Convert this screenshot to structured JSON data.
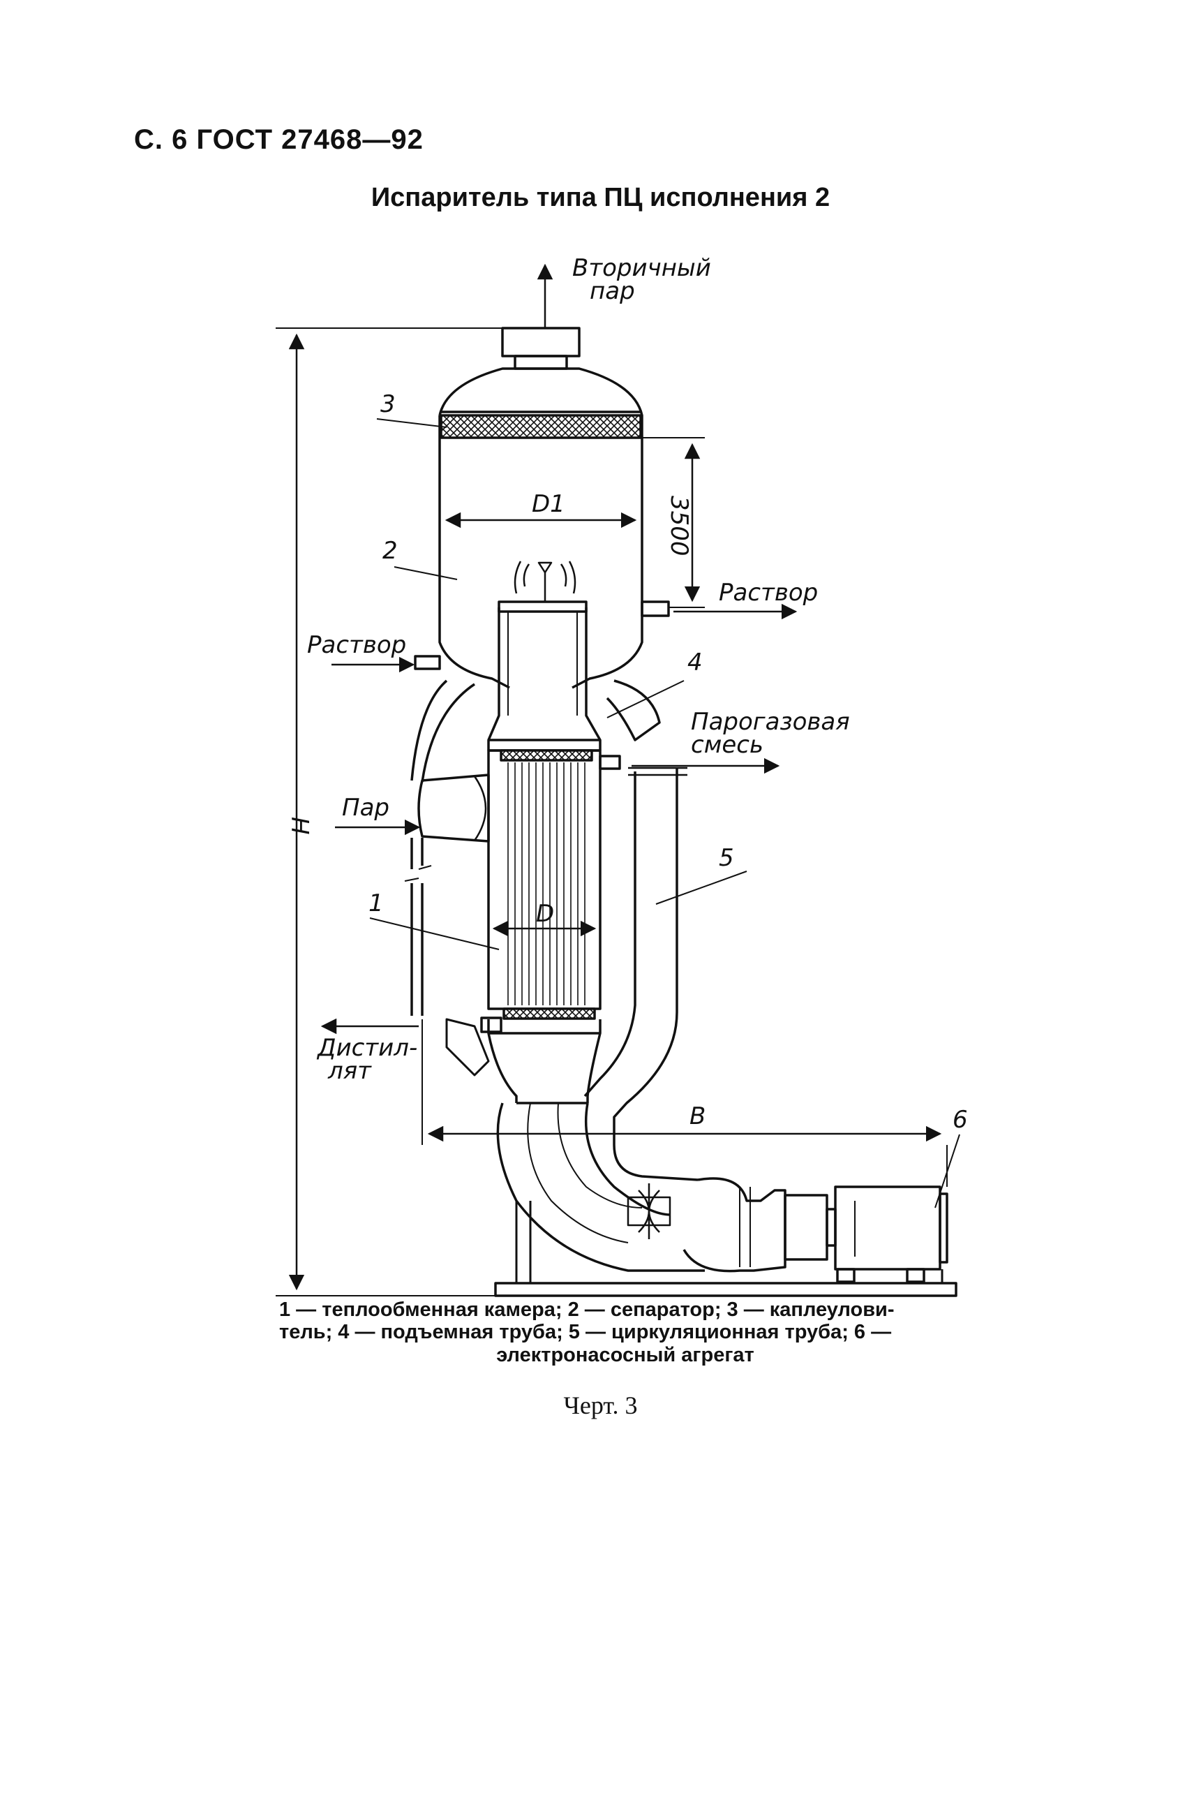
{
  "page": {
    "header": "С. 6 ГОСТ 27468—92",
    "title": "Испаритель типа ПЦ исполнения 2"
  },
  "diagram": {
    "labels": {
      "secondary_steam_line1": "Вторичный",
      "secondary_steam_line2": "пар",
      "solution_out": "Раствор",
      "solution_in": "Раствор",
      "gas_mixture_line1": "Парогазовая",
      "gas_mixture_line2": "смесь",
      "steam": "Пар",
      "distillate_line1": "Дистил-",
      "distillate_line2": "лят"
    },
    "dimensions": {
      "d1": "D1",
      "d": "D",
      "h": "H",
      "b": "B",
      "height_3500": "3500"
    },
    "callouts": [
      "1",
      "2",
      "3",
      "4",
      "5",
      "6"
    ]
  },
  "legend": {
    "line1": "1 — теплообменная камера; 2 — сепаратор; 3 — каплеулови-",
    "line2": "тель; 4 — подъемная труба; 5 — циркуляционная труба; 6 —",
    "line3": "электронасосный агрегат"
  },
  "caption": "Черт. 3"
}
